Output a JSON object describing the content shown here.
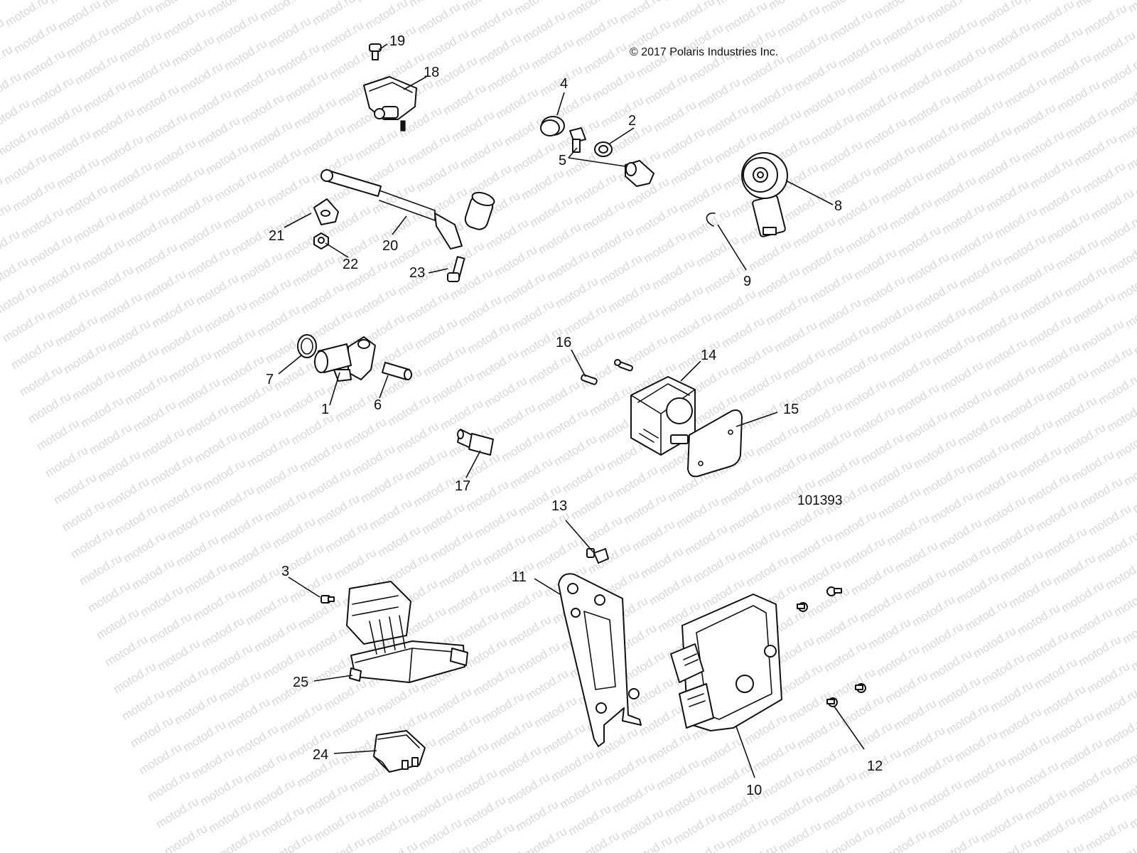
{
  "copyright": "© 2017 Polaris Industries Inc.",
  "reference_number": "101393",
  "watermark_text": "motod.ru",
  "colors": {
    "line": "#111111",
    "watermark": "#d8d8d8",
    "background": "#ffffff"
  },
  "callouts": [
    "1",
    "2",
    "3",
    "4",
    "5",
    "6",
    "7",
    "8",
    "9",
    "10",
    "11",
    "12",
    "13",
    "14",
    "15",
    "16",
    "17",
    "18",
    "19",
    "20",
    "21",
    "22",
    "23",
    "24",
    "25"
  ]
}
